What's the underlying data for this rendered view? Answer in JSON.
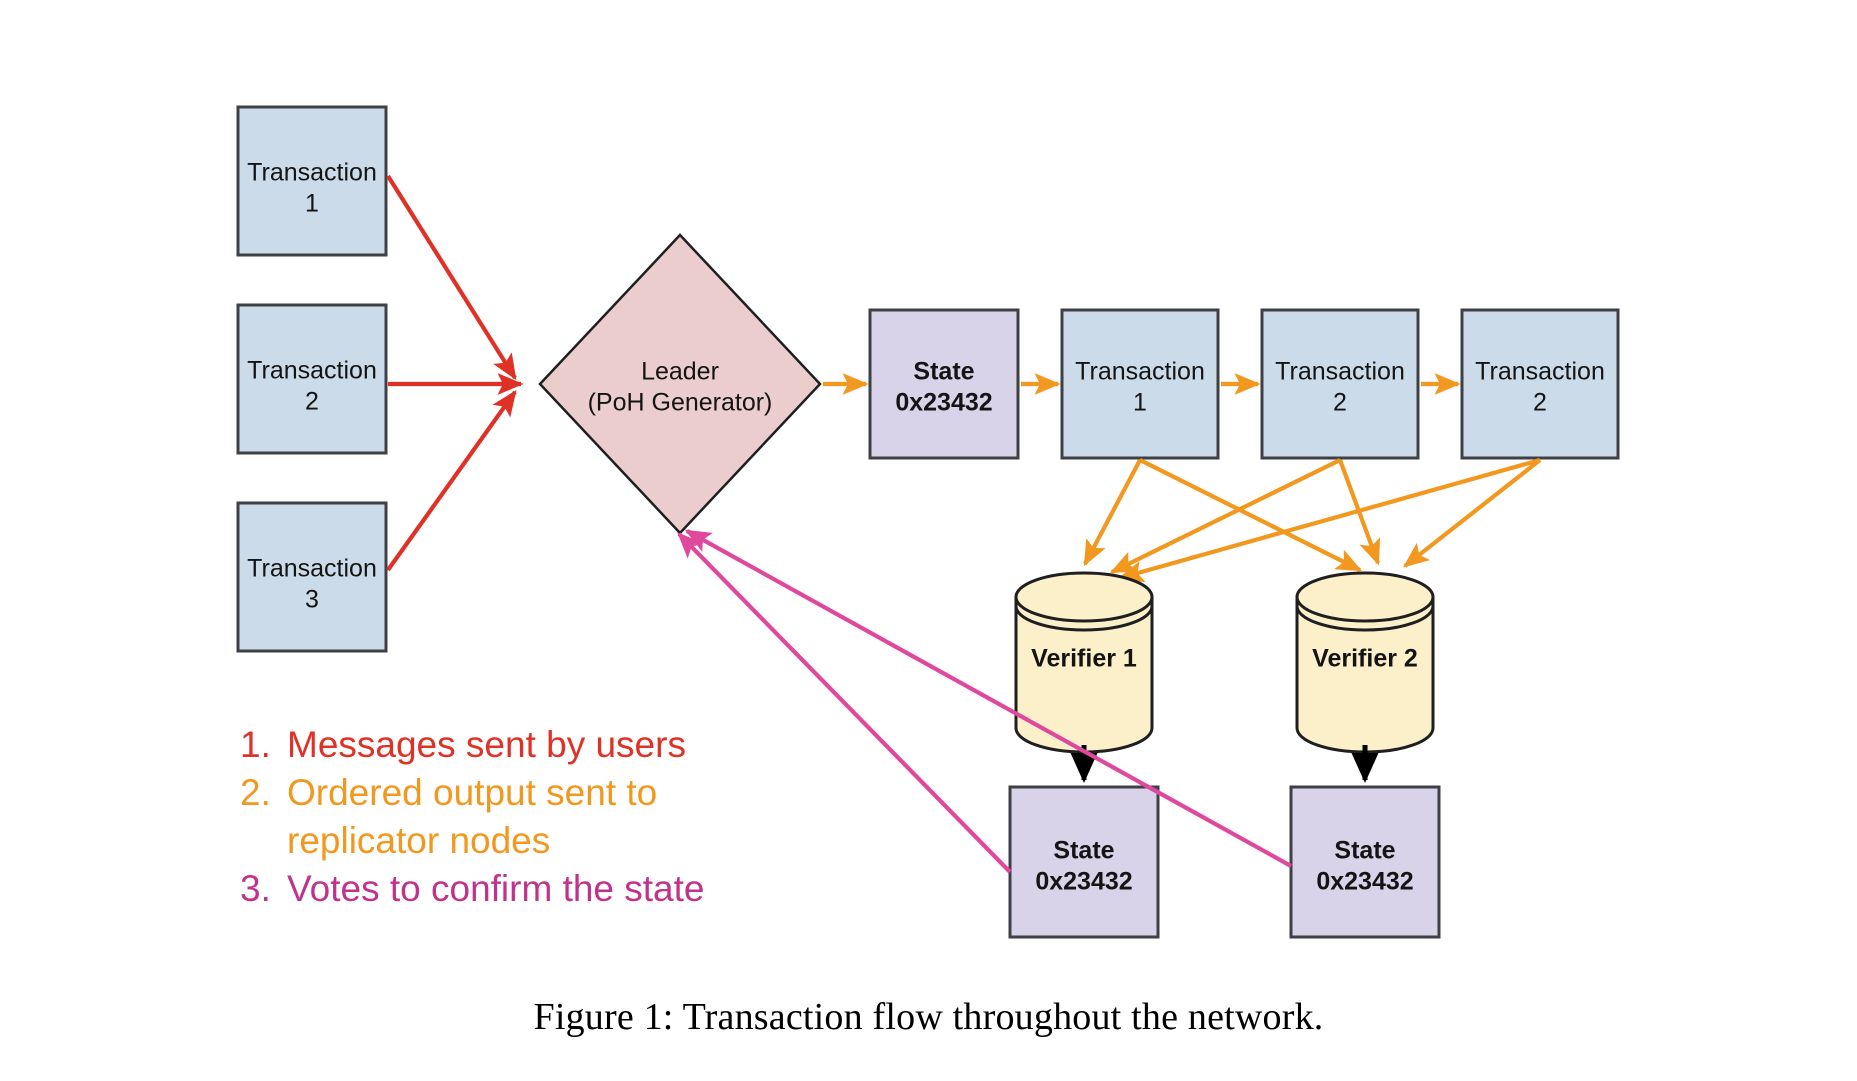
{
  "figure": {
    "caption": "Figure 1:  Transaction flow throughout the network.",
    "background_color": "#ffffff"
  },
  "colors": {
    "transaction_fill": "#cbdbe9",
    "state_fill": "#d8d3e8",
    "leader_fill": "#eccdcd",
    "verifier_fill": "#fbf0c9",
    "shape_stroke": "#3f3f46",
    "arrow_red": "#e03127",
    "arrow_orange": "#f2981f",
    "arrow_pink": "#e0489e",
    "arrow_black": "#000000",
    "legend_1": "#e03127",
    "legend_2": "#f2981f",
    "legend_3": "#c0338c"
  },
  "incoming_transactions": [
    {
      "title": "Transaction",
      "number": "1"
    },
    {
      "title": "Transaction",
      "number": "2"
    },
    {
      "title": "Transaction",
      "number": "3"
    }
  ],
  "leader": {
    "line1": "Leader",
    "line2": "(PoH Generator)"
  },
  "ledger_chain": [
    {
      "title": "State",
      "number": "0x23432",
      "kind": "state"
    },
    {
      "title": "Transaction",
      "number": "1",
      "kind": "transaction"
    },
    {
      "title": "Transaction",
      "number": "2",
      "kind": "transaction"
    },
    {
      "title": "Transaction",
      "number": "2",
      "kind": "transaction"
    }
  ],
  "verifiers": [
    {
      "label": "Verifier 1"
    },
    {
      "label": "Verifier 2"
    }
  ],
  "verified_states": [
    {
      "title": "State",
      "number": "0x23432"
    },
    {
      "title": "State",
      "number": "0x23432"
    }
  ],
  "legend": {
    "items": [
      {
        "marker": "1.",
        "text": "Messages sent by users",
        "color": "#e03127",
        "lines": [
          "Messages sent by users"
        ]
      },
      {
        "marker": "2.",
        "text": "Ordered output sent to replicator nodes",
        "color": "#f2981f",
        "lines": [
          "Ordered output sent to",
          "replicator nodes"
        ]
      },
      {
        "marker": "3.",
        "text": "Votes to confirm the state",
        "color": "#c0338c",
        "lines": [
          "Votes to confirm the state"
        ]
      }
    ]
  },
  "legend_lines": {
    "l1_marker": "1.",
    "l1_a": "Messages sent by users",
    "l2_marker": "2.",
    "l2_a": "Ordered output sent to",
    "l2_b": "replicator nodes",
    "l3_marker": "3.",
    "l3_a": "Votes to confirm the state"
  },
  "chart_data": {
    "type": "diagram",
    "title": "Transaction flow throughout the network",
    "nodes": [
      {
        "id": "tx1_in",
        "label": "Transaction 1",
        "shape": "rect",
        "fill": "#cbdbe9"
      },
      {
        "id": "tx2_in",
        "label": "Transaction 2",
        "shape": "rect",
        "fill": "#cbdbe9"
      },
      {
        "id": "tx3_in",
        "label": "Transaction 3",
        "shape": "rect",
        "fill": "#cbdbe9"
      },
      {
        "id": "leader",
        "label": "Leader (PoH Generator)",
        "shape": "diamond",
        "fill": "#eccdcd"
      },
      {
        "id": "state_ledger",
        "label": "State 0x23432",
        "shape": "rect",
        "fill": "#d8d3e8"
      },
      {
        "id": "tx1_led",
        "label": "Transaction 1",
        "shape": "rect",
        "fill": "#cbdbe9"
      },
      {
        "id": "tx2_led",
        "label": "Transaction 2",
        "shape": "rect",
        "fill": "#cbdbe9"
      },
      {
        "id": "tx3_led",
        "label": "Transaction 2",
        "shape": "rect",
        "fill": "#cbdbe9"
      },
      {
        "id": "verifier1",
        "label": "Verifier 1",
        "shape": "cylinder",
        "fill": "#fbf0c9"
      },
      {
        "id": "verifier2",
        "label": "Verifier 2",
        "shape": "cylinder",
        "fill": "#fbf0c9"
      },
      {
        "id": "state1",
        "label": "State 0x23432",
        "shape": "rect",
        "fill": "#d8d3e8"
      },
      {
        "id": "state2",
        "label": "State 0x23432",
        "shape": "rect",
        "fill": "#d8d3e8"
      }
    ],
    "edges": [
      {
        "from": "tx1_in",
        "to": "leader",
        "color": "#e03127",
        "group": 1
      },
      {
        "from": "tx2_in",
        "to": "leader",
        "color": "#e03127",
        "group": 1
      },
      {
        "from": "tx3_in",
        "to": "leader",
        "color": "#e03127",
        "group": 1
      },
      {
        "from": "leader",
        "to": "state_ledger",
        "color": "#f2981f",
        "group": 2
      },
      {
        "from": "state_ledger",
        "to": "tx1_led",
        "color": "#f2981f",
        "group": 2
      },
      {
        "from": "tx1_led",
        "to": "tx2_led",
        "color": "#f2981f",
        "group": 2
      },
      {
        "from": "tx2_led",
        "to": "tx3_led",
        "color": "#f2981f",
        "group": 2
      },
      {
        "from": "tx1_led",
        "to": "verifier1",
        "color": "#f2981f",
        "group": 2
      },
      {
        "from": "tx1_led",
        "to": "verifier2",
        "color": "#f2981f",
        "group": 2
      },
      {
        "from": "tx2_led",
        "to": "verifier1",
        "color": "#f2981f",
        "group": 2
      },
      {
        "from": "tx2_led",
        "to": "verifier2",
        "color": "#f2981f",
        "group": 2
      },
      {
        "from": "tx3_led",
        "to": "verifier1",
        "color": "#f2981f",
        "group": 2
      },
      {
        "from": "tx3_led",
        "to": "verifier2",
        "color": "#f2981f",
        "group": 2
      },
      {
        "from": "verifier1",
        "to": "state1",
        "color": "#000000",
        "group": 0
      },
      {
        "from": "verifier2",
        "to": "state2",
        "color": "#000000",
        "group": 0
      },
      {
        "from": "state1",
        "to": "leader",
        "color": "#e0489e",
        "group": 3
      },
      {
        "from": "state2",
        "to": "leader",
        "color": "#e0489e",
        "group": 3
      }
    ],
    "legend": [
      {
        "index": 1,
        "text": "Messages sent by users",
        "color": "#e03127"
      },
      {
        "index": 2,
        "text": "Ordered output sent to replicator nodes",
        "color": "#f2981f"
      },
      {
        "index": 3,
        "text": "Votes to confirm the state",
        "color": "#c0338c"
      }
    ]
  }
}
